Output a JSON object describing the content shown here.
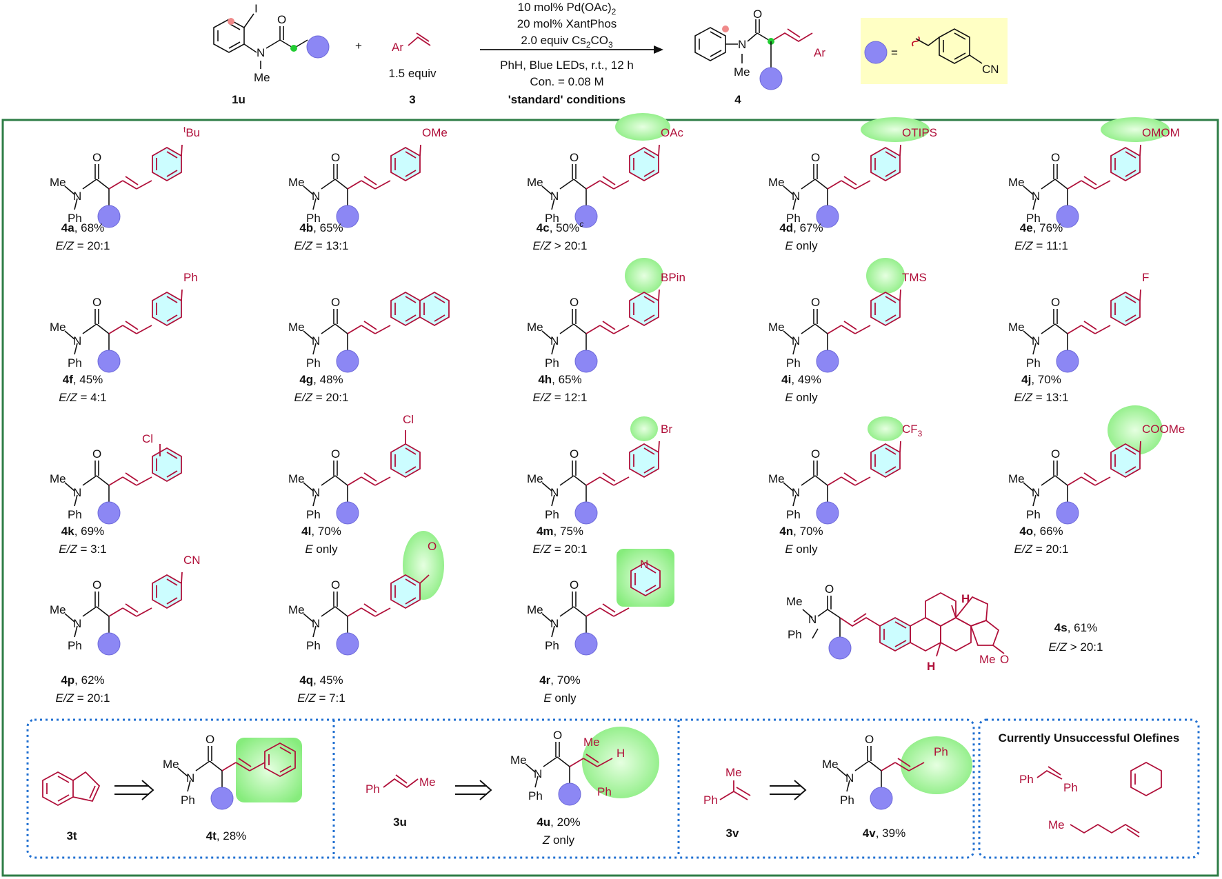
{
  "header": {
    "sm1_label": "1u",
    "sm1_atoms": {
      "i": "I",
      "o": "O",
      "n": "N",
      "me": "Me"
    },
    "plus": "+",
    "olefin_ar": "Ar",
    "olefin_equiv": "1.5 equiv",
    "olefin_label": "3",
    "conditions": [
      "10 mol% Pd(OAc)",
      "20 mol% XantPhos",
      "2.0 equiv Cs",
      "PhH, Blue LEDs, r.t., 12 h",
      "Con. = 0.08 M",
      "'standard' conditions"
    ],
    "cond_subs": {
      "pd": "2",
      "cs1": "2",
      "co": "CO",
      "cs2": "3"
    },
    "product_label": "4",
    "product_atoms": {
      "o": "O",
      "n": "N",
      "me": "Me",
      "ar": "Ar"
    },
    "legend_eq": "=",
    "legend_cn": "CN"
  },
  "common_atoms": {
    "o": "O",
    "n": "N",
    "me": "Me",
    "ph": "Ph"
  },
  "compounds": [
    {
      "id": "4a",
      "yield": ", 68%",
      "ratio_lbl": "E/Z",
      "ratio": " = 20:1",
      "sub": "tBu"
    },
    {
      "id": "4b",
      "yield": ", 65%",
      "ratio_lbl": "E/Z",
      "ratio": " = 13:1",
      "sub": "OMe"
    },
    {
      "id": "4c",
      "yield": ", 50%",
      "sup": "c",
      "ratio_lbl": "E/Z",
      "ratio": " > 20:1",
      "sub": "OAc"
    },
    {
      "id": "4d",
      "yield": ", 67%",
      "ratio_lbl": "E",
      "ratio": " only",
      "sub": "OTIPS"
    },
    {
      "id": "4e",
      "yield": ", 76%",
      "ratio_lbl": "E/Z",
      "ratio": " = 11:1",
      "sub": "OMOM"
    },
    {
      "id": "4f",
      "yield": ", 45%",
      "ratio_lbl": "E/Z",
      "ratio": " = 4:1",
      "sub": "Ph"
    },
    {
      "id": "4g",
      "yield": ", 48%",
      "ratio_lbl": "E/Z",
      "ratio": " = 20:1",
      "sub": ""
    },
    {
      "id": "4h",
      "yield": ", 65%",
      "ratio_lbl": "E/Z",
      "ratio": " = 12:1",
      "sub": "BPin"
    },
    {
      "id": "4i",
      "yield": ", 49%",
      "ratio_lbl": "E",
      "ratio": " only",
      "sub": "TMS"
    },
    {
      "id": "4j",
      "yield": ", 70%",
      "ratio_lbl": "E/Z",
      "ratio": " = 13:1",
      "sub": "F"
    },
    {
      "id": "4k",
      "yield": ", 69%",
      "ratio_lbl": "E/Z",
      "ratio": " = 3:1",
      "sub": "Cl"
    },
    {
      "id": "4l",
      "yield": ", 70%",
      "ratio_lbl": "E",
      "ratio": " only",
      "sub": "Cl"
    },
    {
      "id": "4m",
      "yield": ", 75%",
      "ratio_lbl": "E/Z",
      "ratio": " = 20:1",
      "sub": "Br"
    },
    {
      "id": "4n",
      "yield": ", 70%",
      "ratio_lbl": "E",
      "ratio": " only",
      "sub": "CF3"
    },
    {
      "id": "4o",
      "yield": ", 66%",
      "ratio_lbl": "E/Z",
      "ratio": " = 20:1",
      "sub": "COOMe"
    },
    {
      "id": "4p",
      "yield": ", 62%",
      "ratio_lbl": "E/Z",
      "ratio": " = 20:1",
      "sub": "CN"
    },
    {
      "id": "4q",
      "yield": ", 45%",
      "ratio_lbl": "E/Z",
      "ratio": " = 7:1",
      "sub": "O"
    },
    {
      "id": "4r",
      "yield": ", 70%",
      "ratio_lbl": "E",
      "ratio": " only",
      "sub": "N"
    },
    {
      "id": "4s",
      "yield": ", 61%",
      "ratio_lbl": "E/Z",
      "ratio": " > 20:1",
      "sub": ""
    }
  ],
  "steroid_atoms": {
    "h1": "H",
    "h2": "H",
    "me": "Me",
    "o": "O"
  },
  "bottom": {
    "s3t": "3t",
    "p4t": "4t",
    "p4t_yield": ", 28%",
    "s3u": "3u",
    "s3u_ph": "Ph",
    "s3u_me": "Me",
    "p4u": "4u",
    "p4u_yield": ", 20%",
    "p4u_ratio_lbl": "Z",
    "p4u_ratio": " only",
    "p4u_me": "Me",
    "p4u_h": "H",
    "p4u_ph": "Ph",
    "s3v": "3v",
    "s3v_me": "Me",
    "s3v_ph": "Ph",
    "p4v": "4v",
    "p4v_yield": ", 39%",
    "p4v_ph": "Ph",
    "unsuccessful_title": "Currently Unsuccessful Olefines",
    "stilbene_ph1": "Ph",
    "stilbene_ph2": "Ph",
    "hexene_me": "Me"
  },
  "colors": {
    "frame": "#2e7d46",
    "dotted": "#1f6fd1",
    "red": "#b0103a",
    "blob": "#8c87f4",
    "glow": "#a9f7a0",
    "legend_bg": "#ffffc4"
  }
}
